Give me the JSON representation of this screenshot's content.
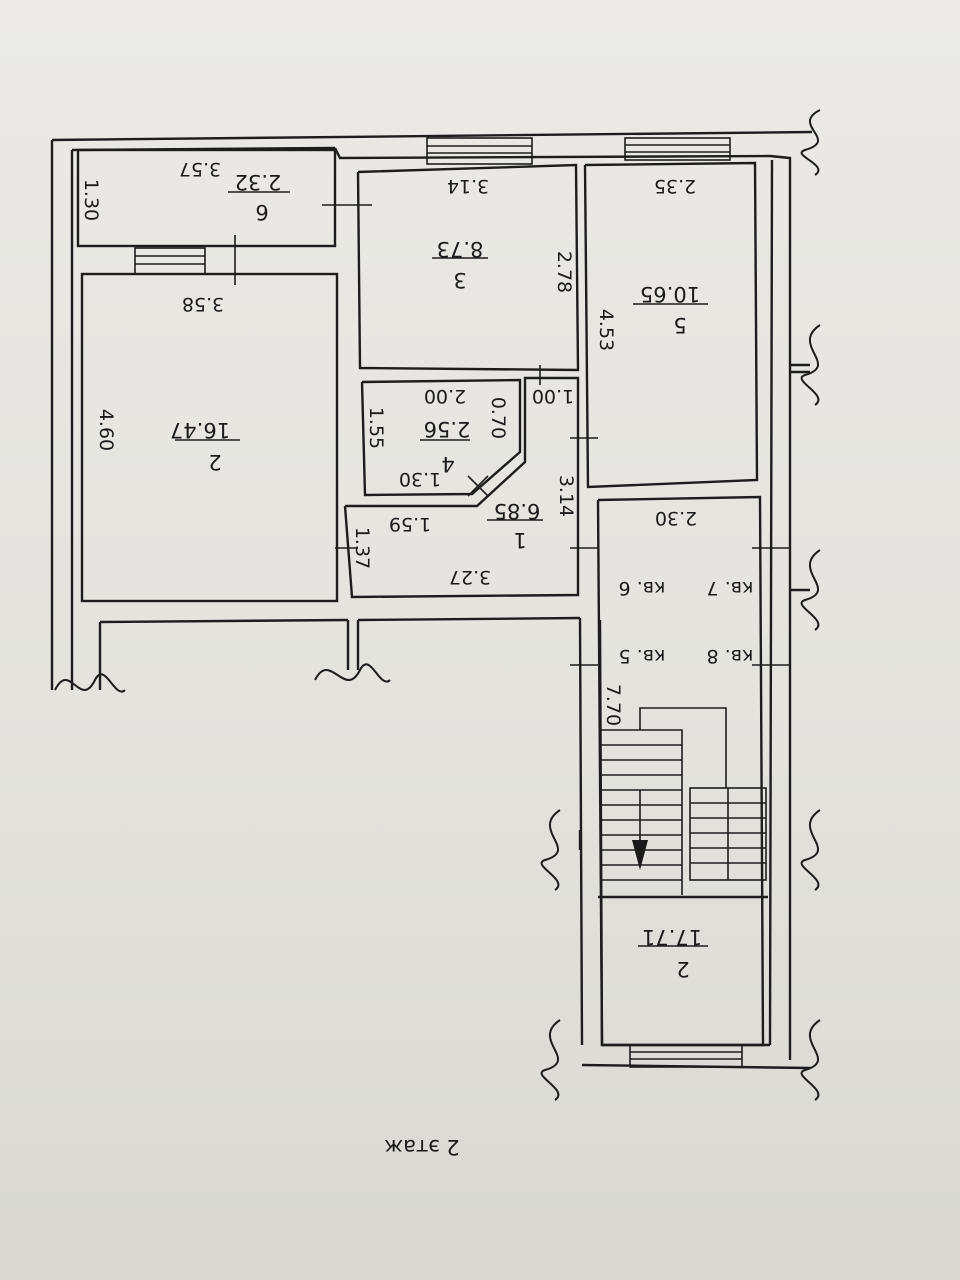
{
  "floor_title": "2 этаж",
  "rooms": [
    {
      "id": "room-6",
      "num": "6",
      "area": "2.32",
      "dims": [
        "3.57",
        "1.30"
      ]
    },
    {
      "id": "room-3",
      "num": "3",
      "area": "8.73",
      "dims": [
        "3.14",
        "2.78"
      ]
    },
    {
      "id": "room-5",
      "num": "5",
      "area": "10.65",
      "dims": [
        "2.35",
        "4.53"
      ]
    },
    {
      "id": "room-2",
      "num": "2",
      "area": "16.47",
      "dims": [
        "3.58",
        "4.60"
      ]
    },
    {
      "id": "room-4",
      "num": "4",
      "area": "2.56",
      "dims": [
        "2.00",
        "0.70",
        "1.55",
        "1.30",
        "1.00"
      ]
    },
    {
      "id": "room-1",
      "num": "1",
      "area": "6.85",
      "dims": [
        "1.59",
        "1.37",
        "3.27",
        "3.14"
      ]
    },
    {
      "id": "stair-hall",
      "num": "2",
      "area": "17.71",
      "dims": [
        "2.30",
        "7.70"
      ]
    }
  ],
  "apartments": [
    "кв. 7",
    "кв. 6",
    "кв. 8",
    "кв. 5"
  ]
}
